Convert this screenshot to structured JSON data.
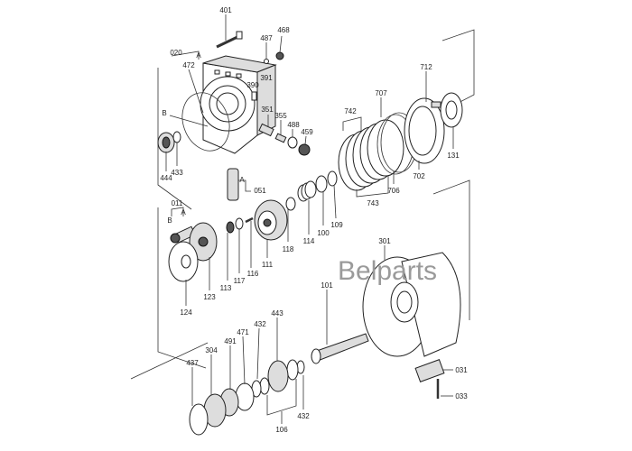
{
  "watermark": "Belparts",
  "labels": [
    "401",
    "468",
    "487",
    "020",
    "A",
    "472",
    "391",
    "390",
    "B",
    "351",
    "355",
    "488",
    "459",
    "433",
    "444",
    "A",
    "051",
    "011",
    "A",
    "B",
    "712",
    "707",
    "742",
    "131",
    "702",
    "706",
    "743",
    "118",
    "114",
    "100",
    "109",
    "111",
    "116",
    "117",
    "113",
    "123",
    "124",
    "301",
    "101",
    "443",
    "432",
    "471",
    "491",
    "304",
    "437",
    "432",
    "106",
    "031",
    "033"
  ]
}
